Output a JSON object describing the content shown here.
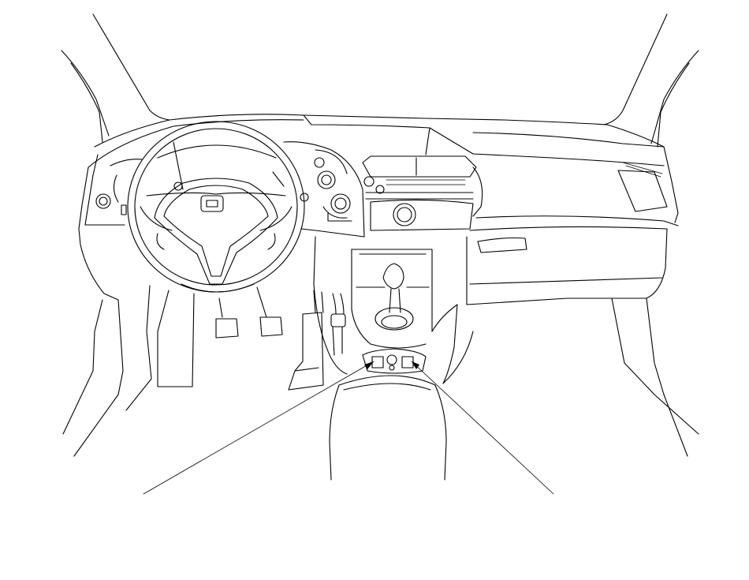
{
  "figure": {
    "kind": "line-art",
    "subject": "car-interior-dashboard",
    "background": "#ffffff",
    "stroke": "#000000",
    "callouts": 2
  }
}
